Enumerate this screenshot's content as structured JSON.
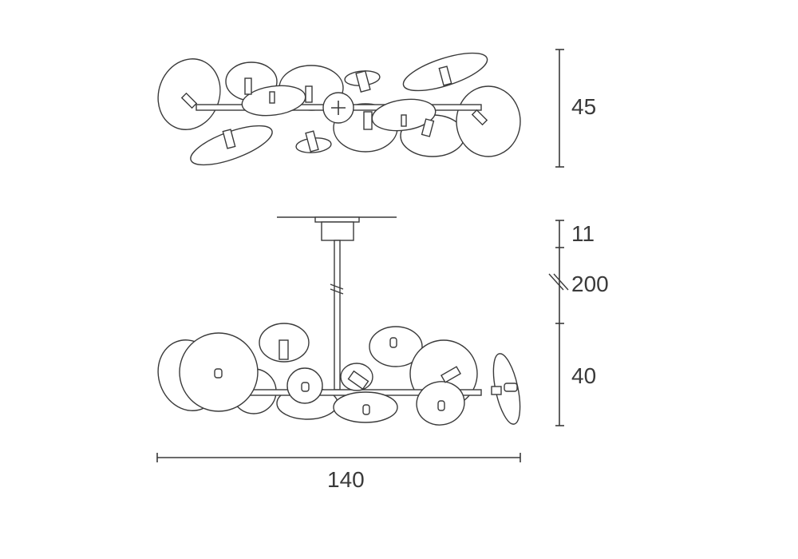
{
  "dimensions": {
    "height_top_view": "45",
    "canopy_height": "11",
    "suspension_length": "200",
    "body_height": "40",
    "width": "140"
  }
}
